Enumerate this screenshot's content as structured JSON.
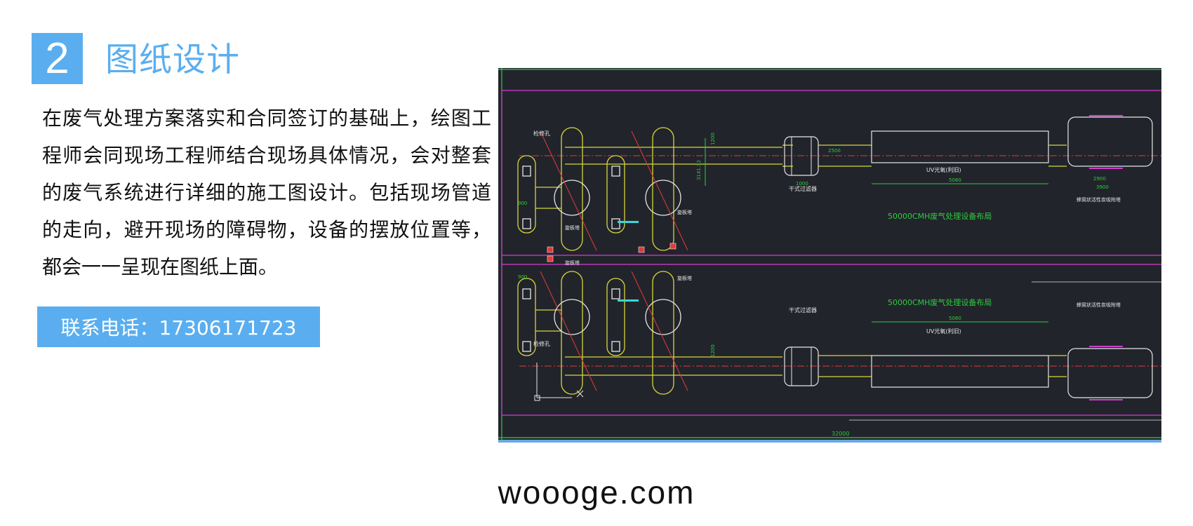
{
  "section": {
    "number": "2",
    "title": "图纸设计"
  },
  "description": "在废气处理方案落实和合同签订的基础上，绘图工程师会同现场工程师结合现场具体情况，会对整套的废气系统进行详细的施工图设计。包括现场管道的走向，避开现场的障碍物，设备的摆放位置等，都会一一呈现在图纸上面。",
  "contact": {
    "text": "联系电话：17306171723"
  },
  "drawing": {
    "layout_title_top": "50000CMH废气处理设备布局",
    "layout_title_bottom": "50000CMH废气处理设备布局",
    "dry_filter_label": "干式过滤器",
    "uv_label": "UV光氧(利旧)",
    "carbon_label": "蜂窝状活性炭吸附塔",
    "spray_tower_label": "旋板塔",
    "inspection_hole_label": "检修孔",
    "dim_total": "32000",
    "dim_1000": "1000",
    "dim_5080": "5080",
    "dim_2900": "2900",
    "dim_3900": "3900",
    "dim_2500": "2500",
    "dim_1200": "1200",
    "dim_900": "900",
    "dim_3141": "3141.32"
  },
  "colors": {
    "accent": "#5aaeef",
    "cad_background": "#22242b",
    "cad_yellow": "#d6d63a",
    "cad_green": "#2ecc40",
    "cad_magenta": "#d23cd2",
    "cad_red": "#e23a3a",
    "cad_white": "#e6e6e6",
    "cad_cyan": "#3ad6d6"
  },
  "footer": {
    "watermark": "woooge.com"
  }
}
